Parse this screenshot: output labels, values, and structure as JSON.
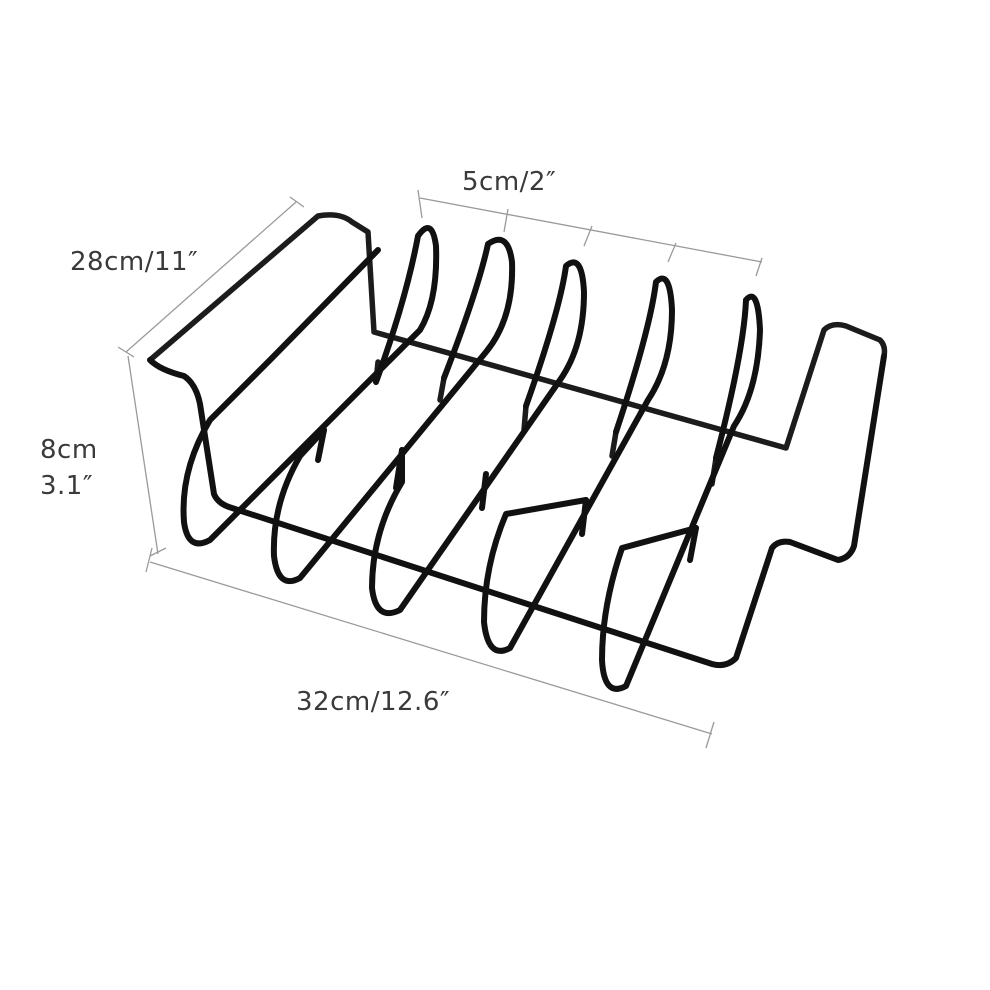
{
  "product": {
    "name": "rib rack",
    "wire_color": "#111111",
    "background": "#ffffff"
  },
  "dimensions": {
    "spacing_label": "5cm/2″",
    "depth_label": "28cm/11″",
    "height_label_line1": "8cm",
    "height_label_line2": "3.1″",
    "length_label": "32cm/12.6″"
  }
}
